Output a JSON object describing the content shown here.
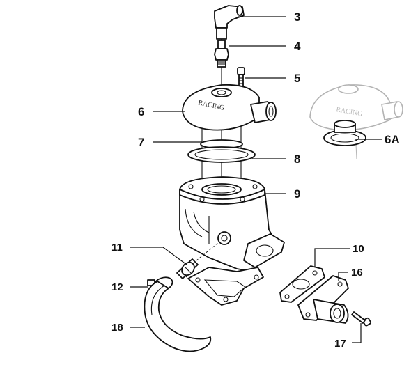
{
  "labels": {
    "p3": "3",
    "p4": "4",
    "p5": "5",
    "p6": "6",
    "p6a": "6A",
    "p7": "7",
    "p8": "8",
    "p9": "9",
    "p10": "10",
    "p11": "11",
    "p12": "12",
    "p16": "16",
    "p17": "17",
    "p18": "18"
  },
  "head_marking": "RACING",
  "colors": {
    "ink": "#111111",
    "ghost": "#b3b3b3",
    "background": "#ffffff"
  }
}
